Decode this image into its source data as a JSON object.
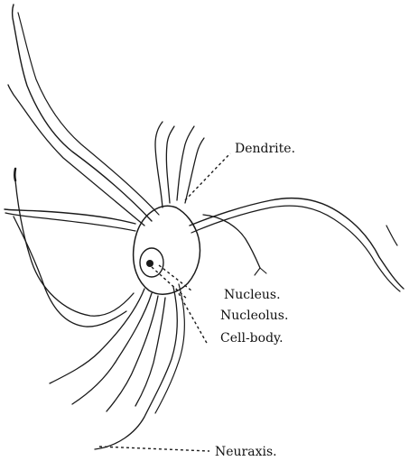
{
  "labels": {
    "dendrite": "Dendrite.",
    "nucleus": "Nucleus.",
    "nucleolus": "Nucleolus.",
    "cell_body": "Cell-body.",
    "neuraxis": "Neuraxis."
  },
  "colors": {
    "ink": "#1a1a1a",
    "background": "#ffffff"
  }
}
